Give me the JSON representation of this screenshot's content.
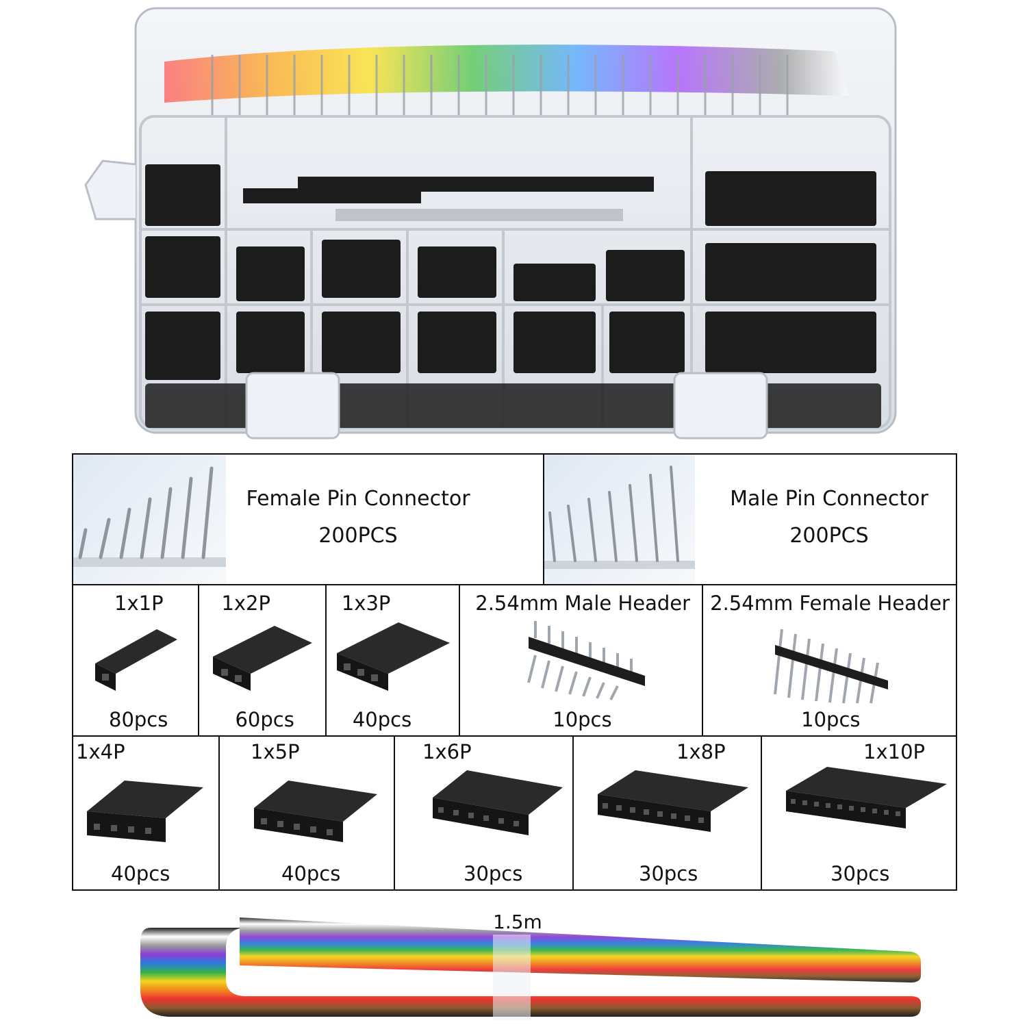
{
  "pin_connectors": [
    {
      "name": "Female Pin Connector",
      "qty": "200PCS"
    },
    {
      "name": "Male Pin Connector",
      "qty": "200PCS"
    }
  ],
  "housings_row1": [
    {
      "label": "1x1P",
      "qty": "80pcs"
    },
    {
      "label": "1x2P",
      "qty": "60pcs"
    },
    {
      "label": "1x3P",
      "qty": "40pcs"
    },
    {
      "label": "2.54mm Male Header",
      "qty": "10pcs"
    },
    {
      "label": "2.54mm Female Header",
      "qty": "10pcs"
    }
  ],
  "housings_row2": [
    {
      "label": "1x4P",
      "qty": "40pcs"
    },
    {
      "label": "1x5P",
      "qty": "40pcs"
    },
    {
      "label": "1x6P",
      "qty": "30pcs"
    },
    {
      "label": "1x8P",
      "qty": "30pcs"
    },
    {
      "label": "1x10P",
      "qty": "30pcs"
    }
  ],
  "cable": {
    "length": "1.5m"
  },
  "colors": {
    "housing": "#1c1c1c",
    "box": "#dfe3ea",
    "border": "#111111"
  }
}
